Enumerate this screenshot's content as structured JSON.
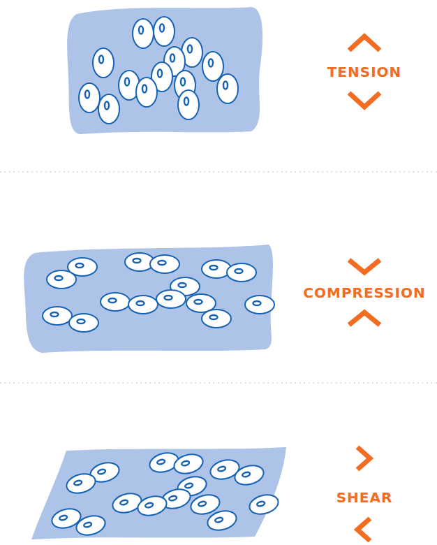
{
  "diagram": {
    "labels": [
      "TENSION",
      "COMPRESSION",
      "SHEAR"
    ]
  }
}
